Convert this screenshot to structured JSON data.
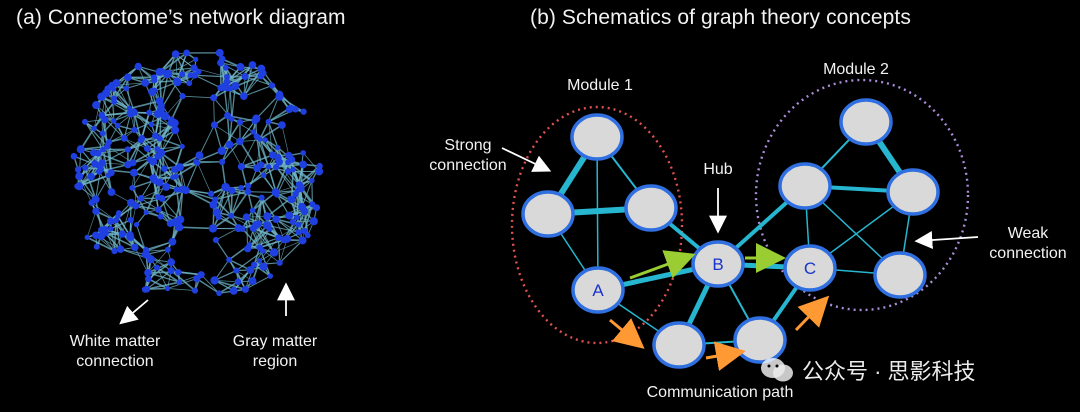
{
  "panel_a": {
    "title": "(a) Connectome’s network diagram",
    "white_matter_label": "White matter\nconnection",
    "gray_matter_label": "Gray matter\nregion"
  },
  "panel_b": {
    "title": "(b) Schematics of graph theory concepts",
    "module1_label": "Module 1",
    "module2_label": "Module 2",
    "strong_connection_label": "Strong\nconnection",
    "hub_label": "Hub",
    "weak_connection_label": "Weak\nconnection",
    "communication_path_label": "Communication path",
    "node_a": "A",
    "node_b": "B",
    "node_c": "C"
  },
  "watermark": {
    "text": "公众号 · 思影科技"
  },
  "colors": {
    "background": "#000000",
    "node_fill": "#d9d9d9",
    "node_stroke": "#2f6fe0",
    "edge": "#27b6cf",
    "module1_ring": "#e05050",
    "module2_ring": "#a98bd8",
    "green_arrow": "#9acd32",
    "orange_arrow": "#ff9933",
    "brain_node": "#1f3fe0",
    "brain_edge": "#6fb5c8"
  }
}
